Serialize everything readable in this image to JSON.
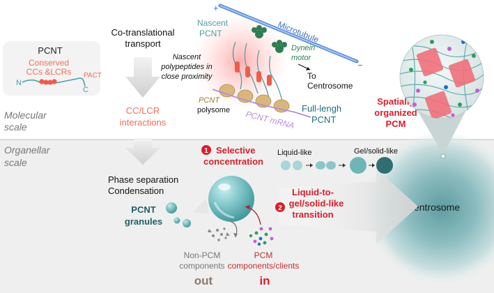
{
  "pcnt_box": {
    "title": "PCNT",
    "conserved_line1": "Conserved",
    "conserved_line2": "CCs &LCRs",
    "pact": "PACT",
    "n_label": "N",
    "c_label": "C"
  },
  "cotranslational": {
    "line1": "Co-translational",
    "line2": "transport"
  },
  "cc_lcr": {
    "line1": "CC/LCR",
    "line2": "interactions"
  },
  "polysome": {
    "nascent_pcnt_line1": "Nascent",
    "nascent_pcnt_line2": "PCNT",
    "microtubule": "Microtubule",
    "plus": "+",
    "minus": "−",
    "proximity_line1": "Nascent",
    "proximity_line2": "polypeptides in",
    "proximity_line3": "close proximity",
    "dynein_line1": "Dynein",
    "dynein_line2": "motor",
    "to_line1": "To",
    "to_line2": "Centrosome",
    "polysome_line1": "PCNT",
    "polysome_line2": "polysome",
    "mrna": "PCNT mRNA",
    "fulllength_line1": "Full-lengh",
    "fulllength_line2": "PCNT"
  },
  "spatial": {
    "line1": "Spatially",
    "line2": "organized",
    "line3": "PCM"
  },
  "scales": {
    "molecular_line1": "Molecular",
    "molecular_line2": "scale",
    "organellar_line1": "Organellar",
    "organellar_line2": "scale"
  },
  "selective": {
    "number": "1",
    "line1": "Selective",
    "line2": "concentration"
  },
  "liquid": {
    "liquid_like": "Liquid-like",
    "gel_like": "Gel/solid-like"
  },
  "transition": {
    "number": "2",
    "line1": "Liquid-to-",
    "line2": "gel/solid-like",
    "line3": "transition"
  },
  "phase": {
    "line1": "Phase separation",
    "line2": "Condensation"
  },
  "granules": {
    "line1": "PCNT",
    "line2": "granules"
  },
  "nonpcm": {
    "line1": "Non-PCM",
    "line2": "components",
    "out": "out"
  },
  "pcm": {
    "line1": "PCM",
    "line2": "components/clients",
    "in": "in"
  },
  "centrosome": "Centrosome",
  "colors": {
    "red": "#d91e2a",
    "salmon": "#ee6f5b",
    "teal": "#4f9fa2",
    "teal_dark": "#1f6f78",
    "granule": "#64b3b6",
    "gray_text": "#7a7a7a"
  }
}
